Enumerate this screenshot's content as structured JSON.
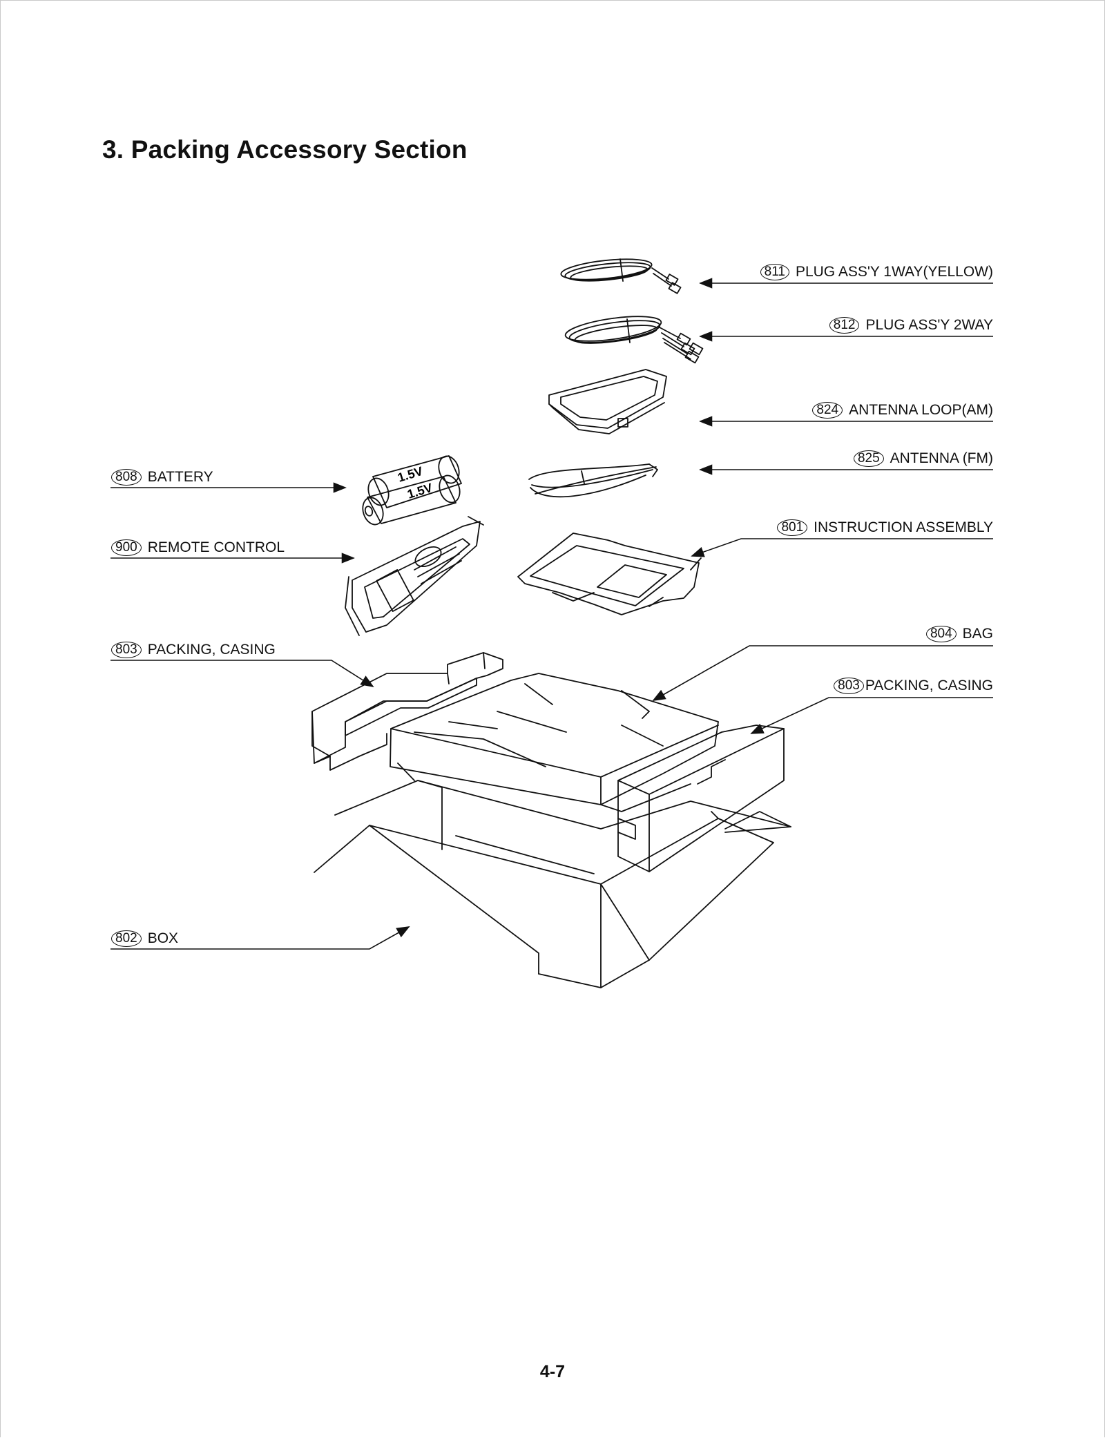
{
  "title": "3. Packing Accessory Section",
  "page_number": "4-7",
  "callouts": {
    "c811": {
      "num": "811",
      "label": "PLUG ASS'Y 1WAY(YELLOW)"
    },
    "c812": {
      "num": "812",
      "label": "PLUG ASS'Y 2WAY"
    },
    "c824": {
      "num": "824",
      "label": "ANTENNA LOOP(AM)"
    },
    "c825": {
      "num": "825",
      "label": "ANTENNA (FM)"
    },
    "c808": {
      "num": "808",
      "label": "BATTERY"
    },
    "c900": {
      "num": "900",
      "label": "REMOTE CONTROL"
    },
    "c801": {
      "num": "801",
      "label": "INSTRUCTION ASSEMBLY"
    },
    "c804": {
      "num": "804",
      "label": "BAG"
    },
    "c803a": {
      "num": "803",
      "label": "PACKING, CASING"
    },
    "c803b": {
      "num": "803",
      "label": "PACKING, CASING"
    },
    "c802": {
      "num": "802",
      "label": "BOX"
    }
  },
  "battery_markings": [
    "1.5V",
    "1.5V"
  ]
}
